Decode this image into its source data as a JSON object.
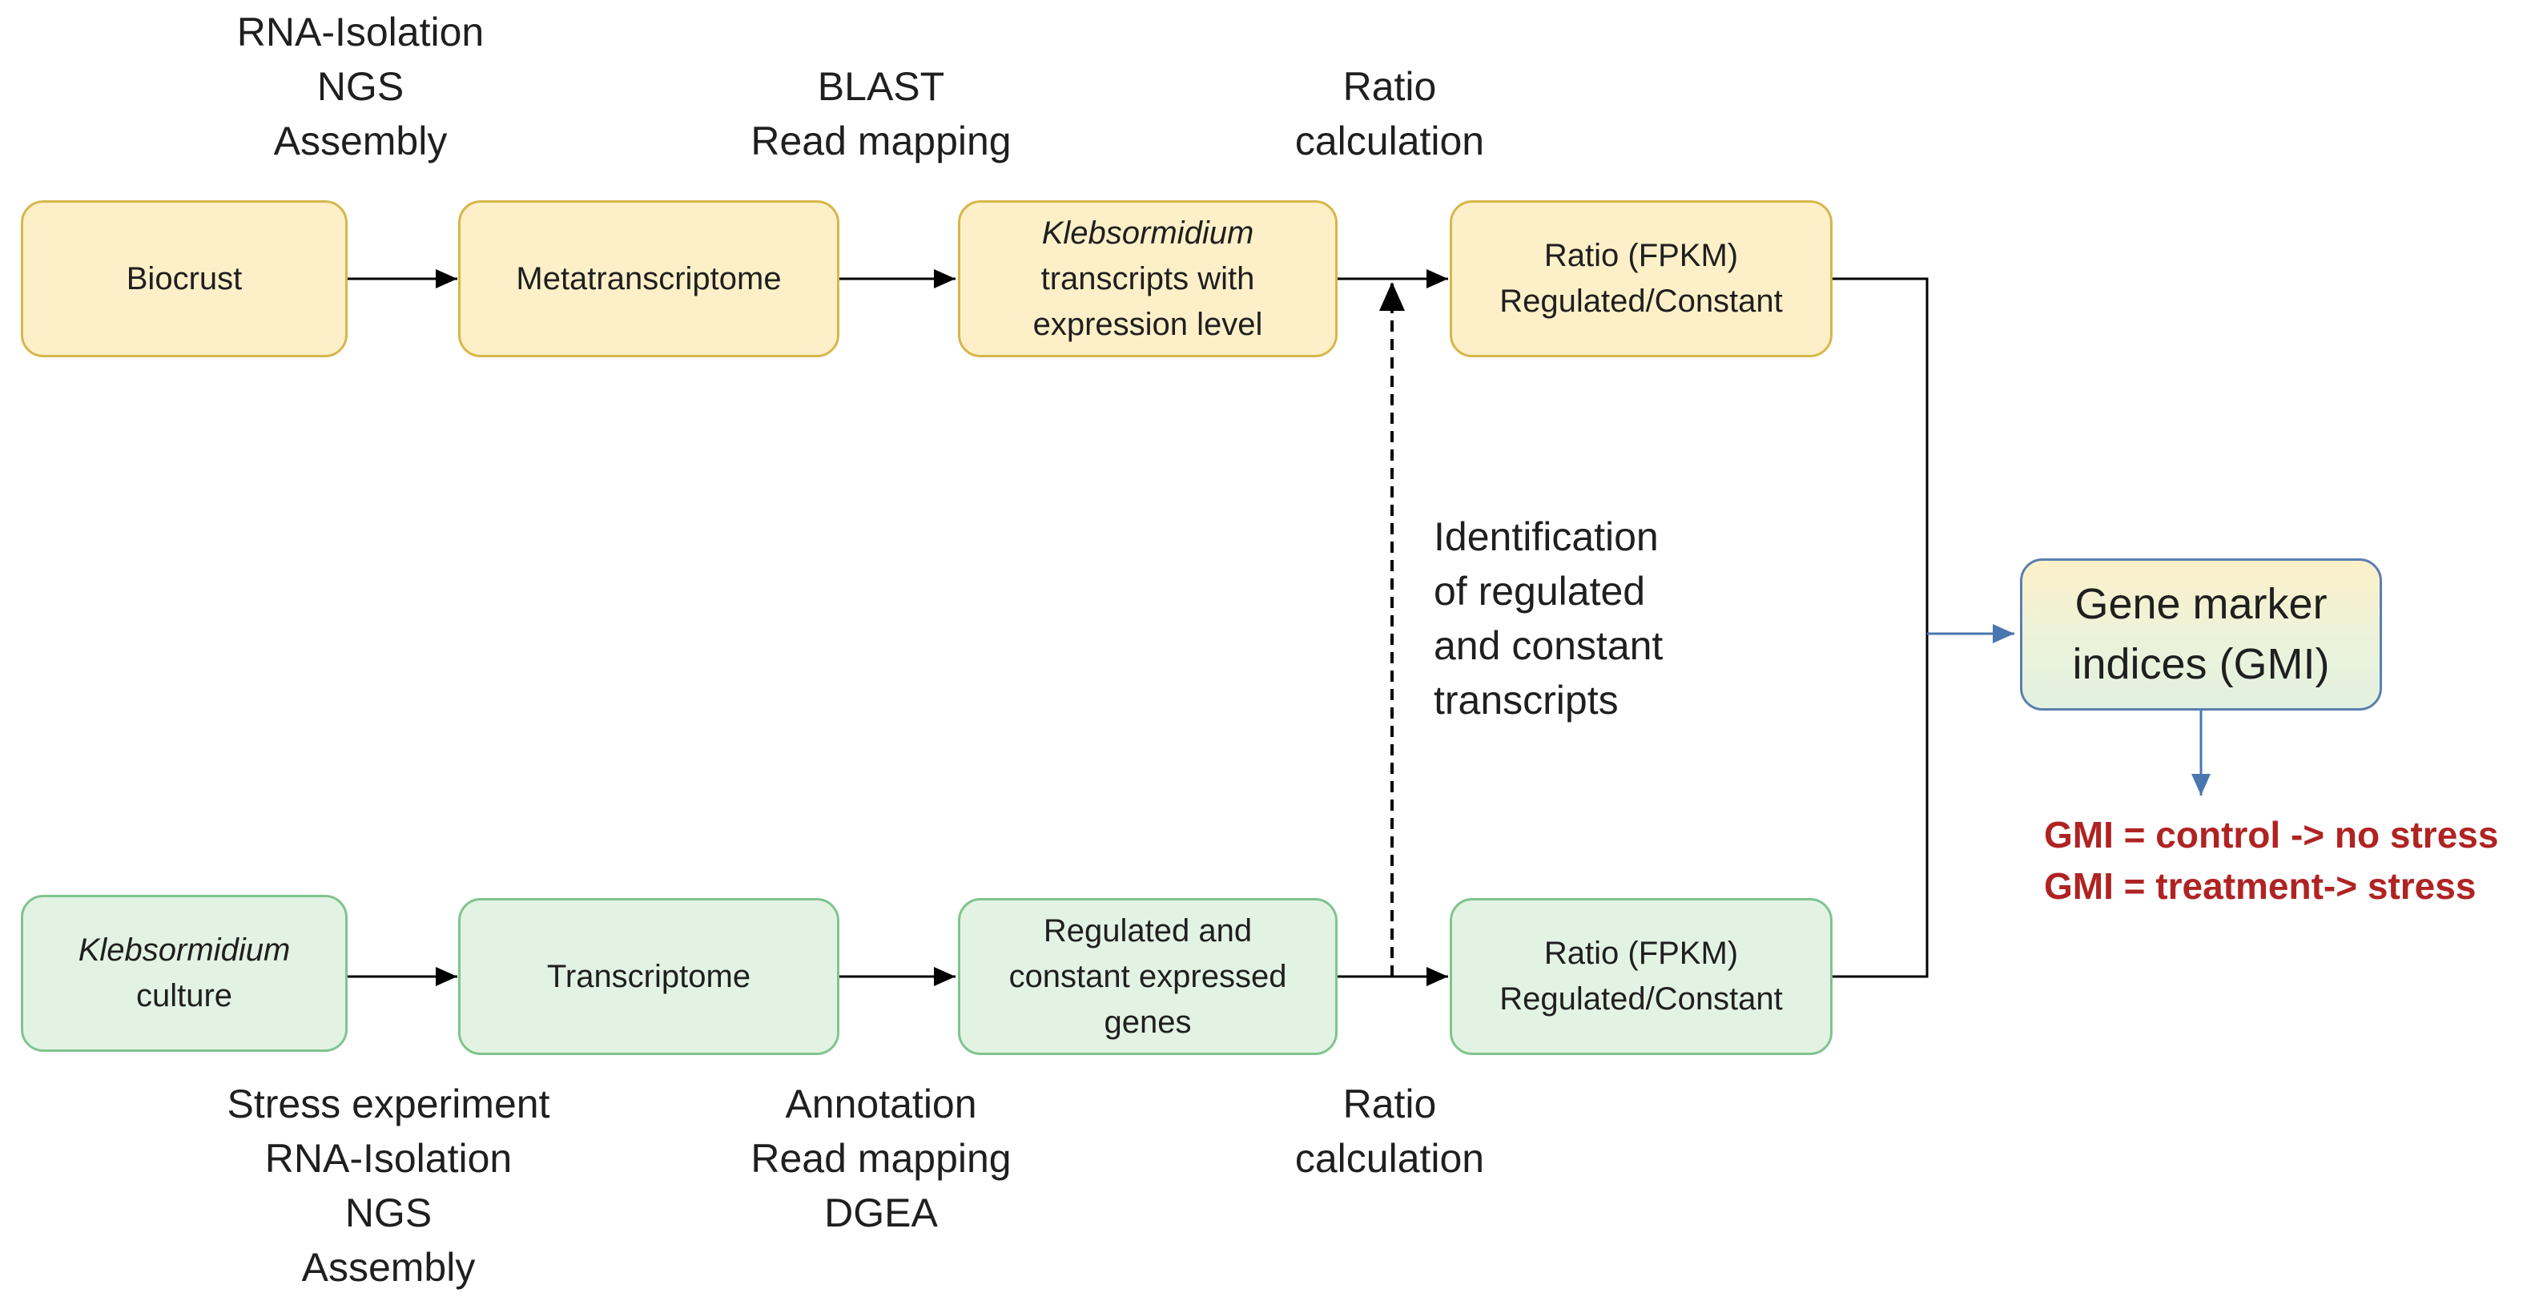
{
  "top_row": {
    "boxes": [
      {
        "lines": [
          "Biocrust"
        ]
      },
      {
        "lines": [
          "Metatranscriptome"
        ]
      },
      {
        "lines_italic": [
          "Klebsormidium"
        ],
        "lines": [
          "transcripts with",
          "expression level"
        ]
      },
      {
        "lines": [
          "Ratio (FPKM)",
          "Regulated/Constant"
        ]
      }
    ],
    "labels": [
      {
        "lines": [
          "RNA-Isolation",
          "NGS",
          "Assembly"
        ]
      },
      {
        "lines": [
          "BLAST",
          "Read mapping"
        ]
      },
      {
        "lines": [
          "Ratio",
          "calculation"
        ]
      }
    ]
  },
  "bottom_row": {
    "boxes": [
      {
        "lines_italic": [
          "Klebsormidium"
        ],
        "lines": [
          "culture"
        ]
      },
      {
        "lines": [
          "Transcriptome"
        ]
      },
      {
        "lines": [
          "Regulated and",
          "constant expressed",
          "genes"
        ]
      },
      {
        "lines": [
          "Ratio (FPKM)",
          "Regulated/Constant"
        ]
      }
    ],
    "labels": [
      {
        "lines": [
          "Stress experiment",
          "RNA-Isolation",
          "NGS",
          "Assembly"
        ]
      },
      {
        "lines": [
          "Annotation",
          "Read mapping",
          "DGEA"
        ]
      },
      {
        "lines": [
          "Ratio",
          "calculation"
        ]
      }
    ]
  },
  "middle_label": {
    "lines": [
      "Identification",
      "of regulated",
      "and constant",
      "transcripts"
    ]
  },
  "gmi_box": {
    "lines": [
      "Gene marker",
      "indices (GMI)"
    ]
  },
  "results": [
    "GMI = control -> no stress",
    "GMI = treatment-> stress"
  ],
  "colors": {
    "yellow_fill": "#fdf0c8",
    "yellow_border": "#d7b64a",
    "green_fill": "#e3f3e3",
    "green_border": "#7fc48d",
    "gmi_border": "#5a7fb0",
    "result_text": "#b02323",
    "arrow_black": "#000000",
    "arrow_blue": "#4a76b0"
  }
}
